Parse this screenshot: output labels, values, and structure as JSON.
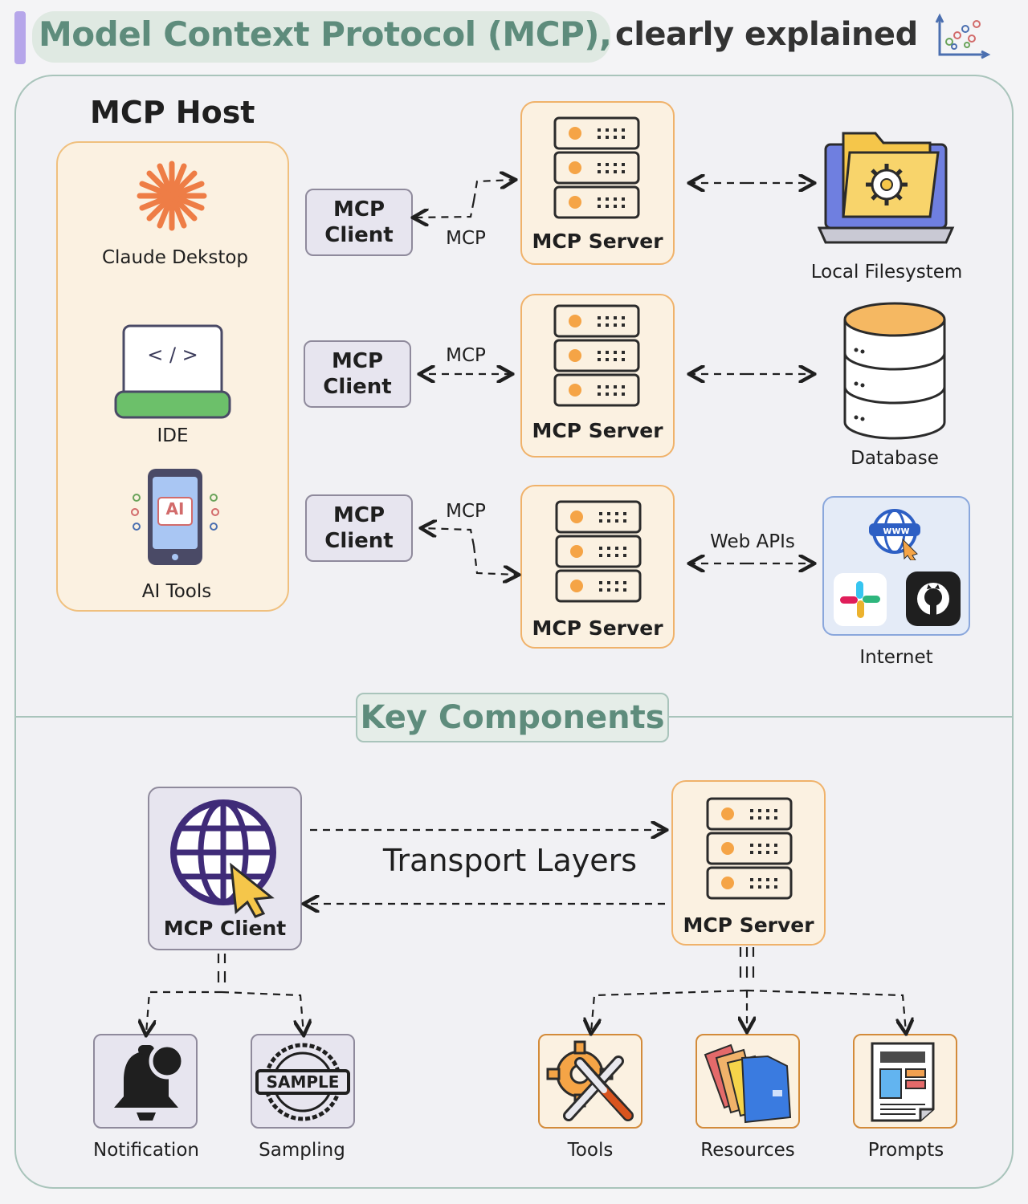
{
  "title": {
    "main": "Model Context Protocol (MCP),",
    "sub": "clearly explained"
  },
  "host": {
    "label": "MCP Host",
    "apps": [
      "Claude Dekstop",
      "IDE",
      "AI Tools"
    ],
    "ai_badge": "AI",
    "ide_code": "< / >"
  },
  "rows": [
    {
      "client": [
        "MCP",
        "Client"
      ],
      "protocol": "MCP",
      "server": "MCP Server",
      "connection": "",
      "resource": "Local Filesystem"
    },
    {
      "client": [
        "MCP",
        "Client"
      ],
      "protocol": "MCP",
      "server": "MCP Server",
      "connection": "",
      "resource": "Database"
    },
    {
      "client": [
        "MCP",
        "Client"
      ],
      "protocol": "MCP",
      "server": "MCP Server",
      "connection": "Web APIs",
      "resource": "Internet"
    }
  ],
  "internet": {
    "www": "www"
  },
  "key_components": {
    "title": "Key Components",
    "client": "MCP Client",
    "server": "MCP Server",
    "transport": "Transport Layers",
    "client_features": [
      "Notification",
      "Sampling"
    ],
    "server_features": [
      "Tools",
      "Resources",
      "Prompts"
    ],
    "sample_stamp": "SAMPLE"
  },
  "colors": {
    "accent_green": "#5e8c7c",
    "server_orange": "#f0b26a",
    "client_lavender": "#e7e5ef",
    "title_bar": "#b6a6ea"
  }
}
